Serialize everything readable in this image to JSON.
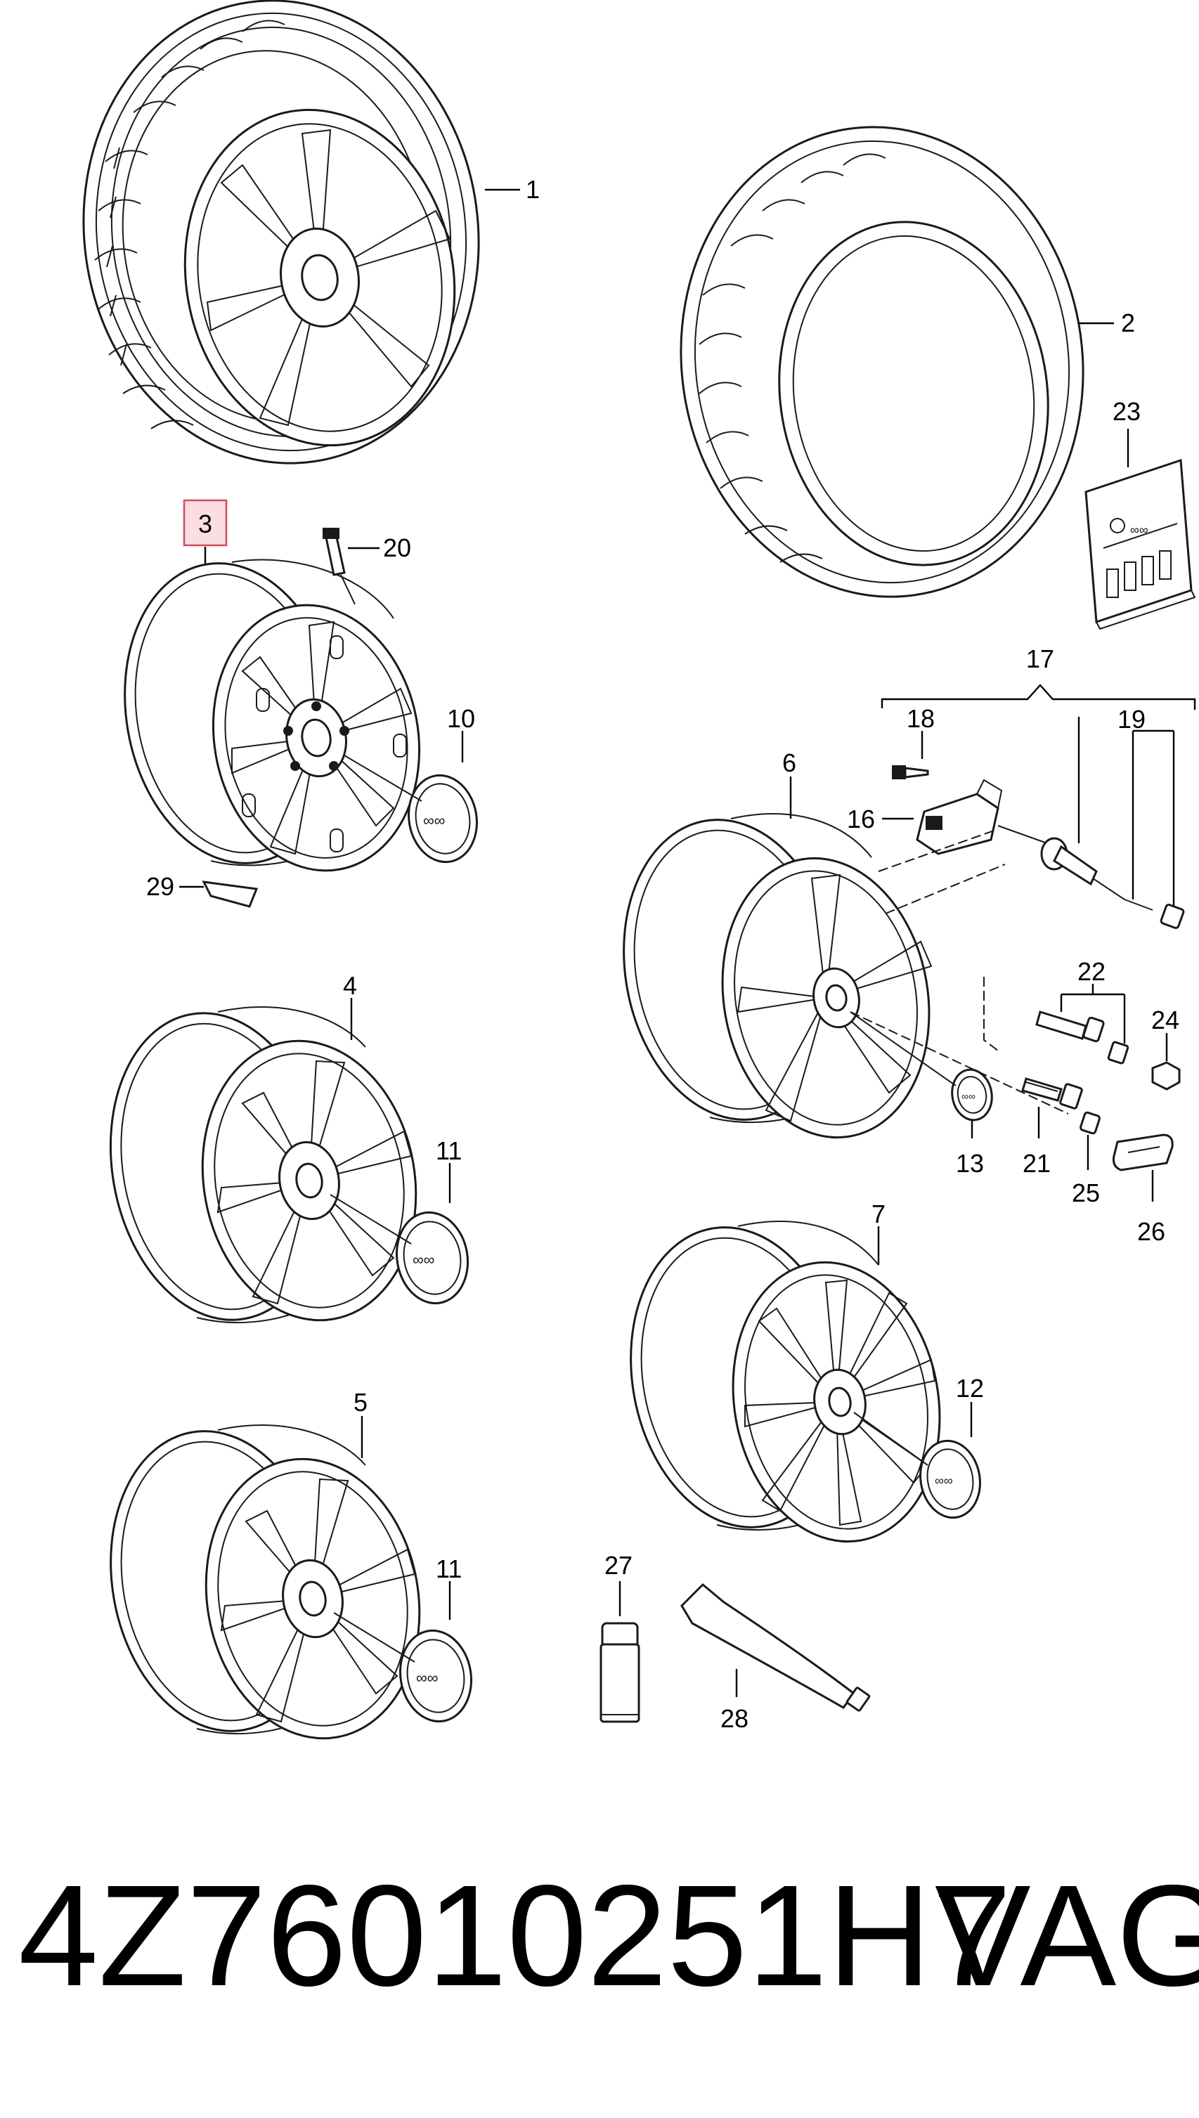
{
  "diagram": {
    "labels": {
      "l1": "1",
      "l2": "2",
      "l3": "3",
      "l4": "4",
      "l5": "5",
      "l6": "6",
      "l7": "7",
      "l10": "10",
      "l11a": "11",
      "l11b": "11",
      "l12": "12",
      "l13": "13",
      "l16": "16",
      "l17": "17",
      "l18": "18",
      "l19": "19",
      "l20": "20",
      "l21": "21",
      "l22": "22",
      "l23": "23",
      "l24": "24",
      "l25": "25",
      "l26": "26",
      "l27": "27",
      "l28": "28",
      "l29": "29"
    },
    "highlighted_label": "3",
    "colors": {
      "ink": "#1a1a1a",
      "highlight_fill": "#fbdde2",
      "highlight_border": "#d24a5e"
    }
  },
  "footer": {
    "part_number": "4Z76010251H7",
    "brand": "VAG"
  }
}
